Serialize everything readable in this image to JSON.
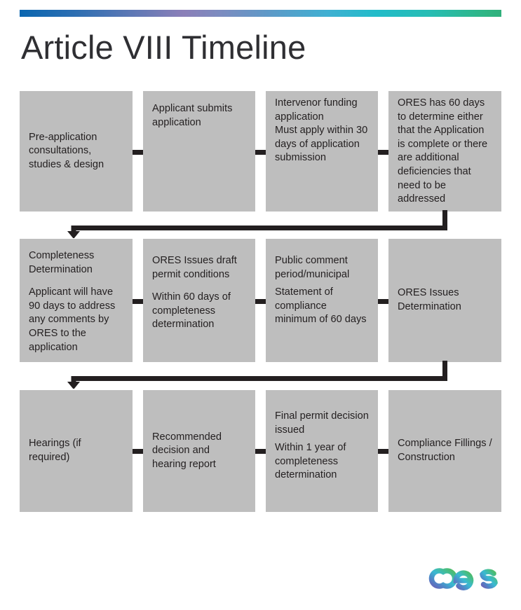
{
  "page": {
    "title": "Article VIII Timeline",
    "accent_gradient": [
      "#0a66b0",
      "#8b7fb8",
      "#5d9ac8",
      "#22bcc9",
      "#31b07c"
    ],
    "node_fill": "#bebebe",
    "text_color": "#231f20",
    "connector_color": "#231f20"
  },
  "diagram": {
    "type": "flowchart",
    "layout": "3 rows x 4 columns, serpentine left-to-right with wrap-around elbow connectors",
    "rows": [
      {
        "row_index": 0,
        "nodes": [
          {
            "id": "node-1",
            "align": "center",
            "paragraphs": [
              "Pre-application consultations, studies & design"
            ]
          },
          {
            "id": "node-2",
            "align": "top",
            "paragraphs": [
              "Applicant submits application"
            ]
          },
          {
            "id": "node-3",
            "align": "top",
            "paragraphs": [
              "Intervenor funding application",
              "Must apply within 30 days of application submission"
            ]
          },
          {
            "id": "node-4",
            "align": "top",
            "paragraphs": [
              "ORES has 60 days to determine either that the Application is complete or there are additional deficiencies that need to be addressed"
            ]
          }
        ]
      },
      {
        "row_index": 1,
        "nodes": [
          {
            "id": "node-5",
            "align": "top",
            "paragraphs": [
              "Completeness Determination",
              "Applicant will have 90 days to address any comments by ORES to the application"
            ]
          },
          {
            "id": "node-6",
            "align": "top",
            "paragraphs": [
              "ORES Issues draft permit conditions",
              "Within 60 days of completeness determination"
            ]
          },
          {
            "id": "node-7",
            "align": "top",
            "paragraphs": [
              "Public comment period/municipal",
              "Statement of compliance minimum of 60 days"
            ]
          },
          {
            "id": "node-8",
            "align": "center",
            "paragraphs": [
              "ORES Issues Determination"
            ]
          }
        ]
      },
      {
        "row_index": 2,
        "nodes": [
          {
            "id": "node-9",
            "align": "center",
            "paragraphs": [
              "Hearings (if required)"
            ]
          },
          {
            "id": "node-10",
            "align": "center",
            "paragraphs": [
              "Recommended decision and hearing report"
            ]
          },
          {
            "id": "node-11",
            "align": "top",
            "paragraphs": [
              "Final permit decision issued",
              "Within 1 year of completeness determination"
            ]
          },
          {
            "id": "node-12",
            "align": "center",
            "paragraphs": [
              "Compliance Fillings / Construction"
            ]
          }
        ]
      }
    ]
  },
  "logo": {
    "name": "aes-logo",
    "text": "aes",
    "gradient": [
      "#5b59b4",
      "#3f7fc4",
      "#29b4cf",
      "#34b98d",
      "#3fb557"
    ]
  }
}
